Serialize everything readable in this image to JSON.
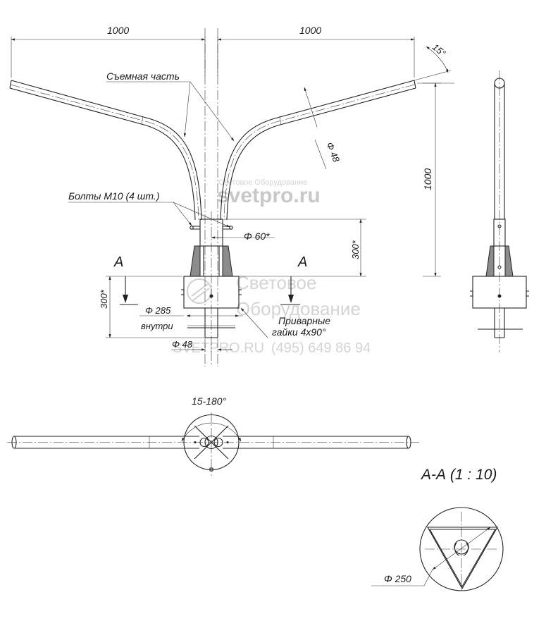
{
  "dims": {
    "left_span": "1000",
    "right_span": "1000",
    "angle": "15°",
    "diameter_48": "Φ 48",
    "height_1000": "1000",
    "diameter_60": "Φ 60*",
    "height_300_upper": "300*",
    "height_300_lower": "300*",
    "diameter_285": "Φ 285",
    "inside": "внутри",
    "diameter_48_bottom": "Φ 48",
    "rotation": "15-180°",
    "diameter_250": "Φ 250"
  },
  "labels": {
    "removable_part": "Съемная часть",
    "bolts": "Болты М10 (4 шт.)",
    "nuts_line1": "Приварные",
    "nuts_line2": "гайки 4х90°",
    "section_a_left": "А",
    "section_a_right": "А",
    "section_title": "А-А (1 : 10)"
  },
  "watermark": {
    "small": "Световое Оборудование",
    "site": "svetpro.ru",
    "line1": "Световое",
    "line2": "Оборудование",
    "site_caps": "SVETPRO.RU",
    "phone": "(495) 649 86 94"
  }
}
